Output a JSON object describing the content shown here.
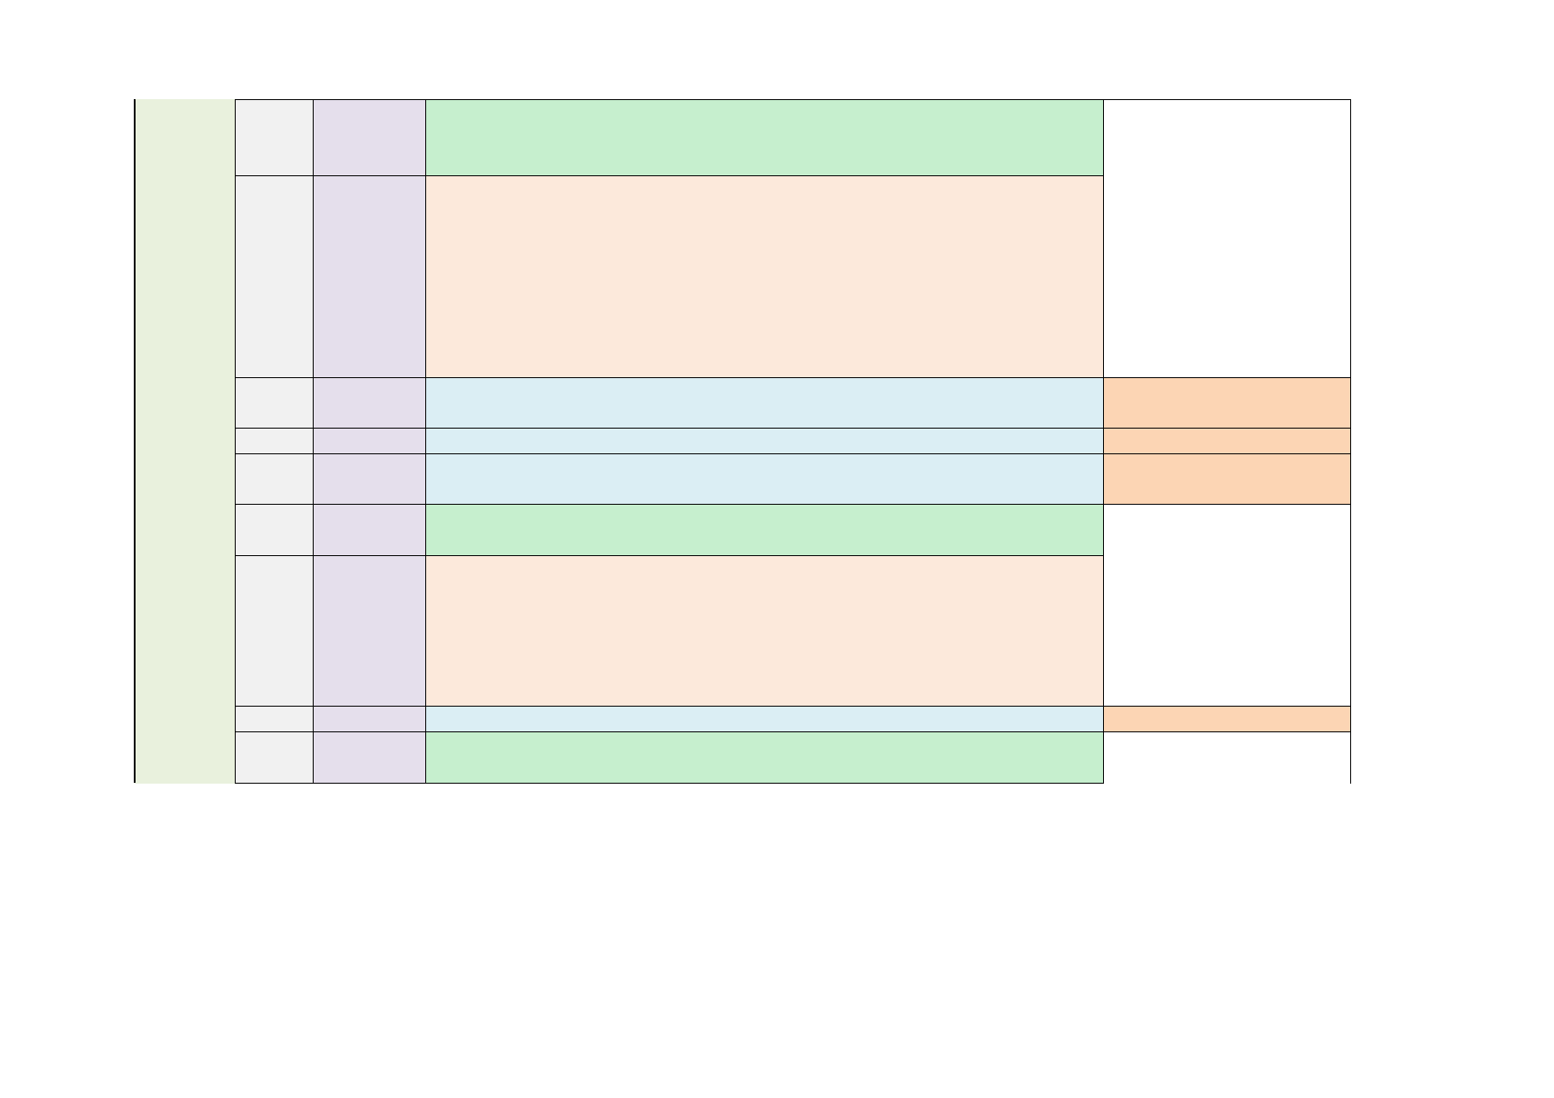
{
  "document": {
    "fills": {
      "left_band": "#e9f1dd",
      "col_a": "#f1f1f1",
      "col_b": "#e5dfec",
      "green": "#c6efce",
      "peach": "#fce9db",
      "blue": "#dbeef4",
      "orange": "#fcd5b4",
      "white": "#ffffff",
      "border": "#000000"
    },
    "rows": [
      {
        "main_fill": "green",
        "right_fill": "white"
      },
      {
        "main_fill": "peach",
        "right_fill": "white"
      },
      {
        "main_fill": "blue",
        "right_fill": "orange"
      },
      {
        "main_fill": "blue",
        "right_fill": "orange"
      },
      {
        "main_fill": "blue",
        "right_fill": "orange"
      },
      {
        "main_fill": "green",
        "right_fill": "white"
      },
      {
        "main_fill": "peach",
        "right_fill": "white"
      },
      {
        "main_fill": "blue",
        "right_fill": "orange"
      },
      {
        "main_fill": "green",
        "right_fill": "white"
      }
    ]
  }
}
